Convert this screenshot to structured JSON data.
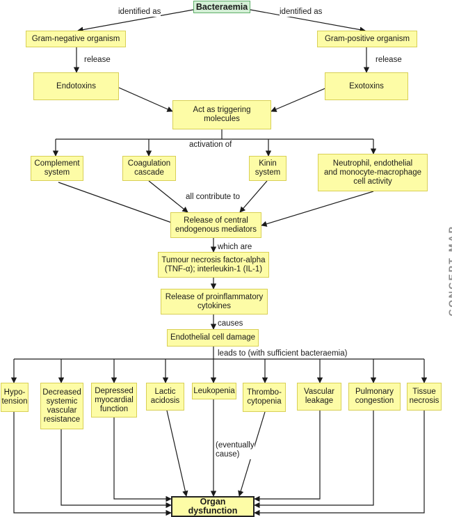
{
  "nodes": {
    "bacteraemia": "Bacteraemia",
    "gram_negative": "Gram-negative organism",
    "gram_positive": "Gram-positive organism",
    "endotoxins": "Endotoxins",
    "exotoxins": "Exotoxins",
    "triggering": "Act as triggering\nmolecules",
    "complement": "Complement\nsystem",
    "coagulation": "Coagulation\ncascade",
    "kinin": "Kinin\nsystem",
    "neutrophil": "Neutrophil, endothelial\nand monocyte-macrophage\ncell activity",
    "release_central": "Release of central\nendogenous mediators",
    "tnf": "Tumour necrosis factor-alpha\n(TNF-α); interleukin-1 (IL-1)",
    "proinflammatory": "Release of proinflammatory\ncytokines",
    "endothelial_damage": "Endothelial cell damage",
    "hypotension": "Hypo-\ntension",
    "decreased_svr": "Decreased\nsystemic\nvascular\nresistance",
    "depressed_myocardial": "Depressed\nmyocardial\nfunction",
    "lactic_acidosis": "Lactic\nacidosis",
    "leukopenia": "Leukopenia",
    "thrombocytopenia": "Thrombo-\ncytopenia",
    "vascular_leakage": "Vascular\nleakage",
    "pulmonary_congestion": "Pulmonary\ncongestion",
    "tissue_necrosis": "Tissue\nnecrosis",
    "organ_dysfunction": "Organ dysfunction"
  },
  "edge_labels": {
    "identified_left": "identified as",
    "identified_right": "identified as",
    "release_left": "release",
    "release_right": "release",
    "activation_of": "activation of",
    "all_contribute": "all contribute to",
    "which_are": "which are",
    "causes": "causes",
    "leads_to": "leads to (with sufficient bacteraemia)",
    "eventually_cause": "(eventually\ncause)"
  },
  "side_label": "CONCEPT MAP",
  "colors": {
    "box_fill": "#fdfca6",
    "box_border": "#d8cf55",
    "root_fill": "#d4efd6",
    "root_border": "#5fb06a",
    "arrow": "#1a1a1a",
    "side_label": "#8a8a8a"
  }
}
